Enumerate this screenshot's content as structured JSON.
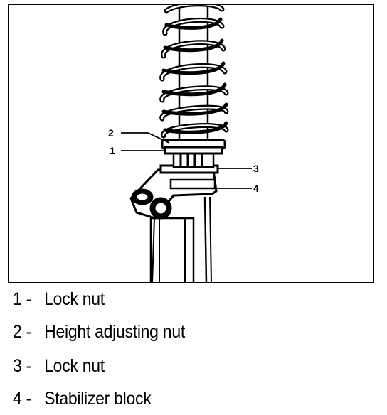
{
  "callouts": [
    "2",
    "1",
    "3",
    "4"
  ],
  "legend": [
    {
      "number": "1 -",
      "label": "Lock nut"
    },
    {
      "number": "2 -",
      "label": "Height adjusting nut"
    },
    {
      "number": "3 -",
      "label": "Lock nut"
    },
    {
      "number": "4 -",
      "label": "Stabilizer block"
    }
  ]
}
